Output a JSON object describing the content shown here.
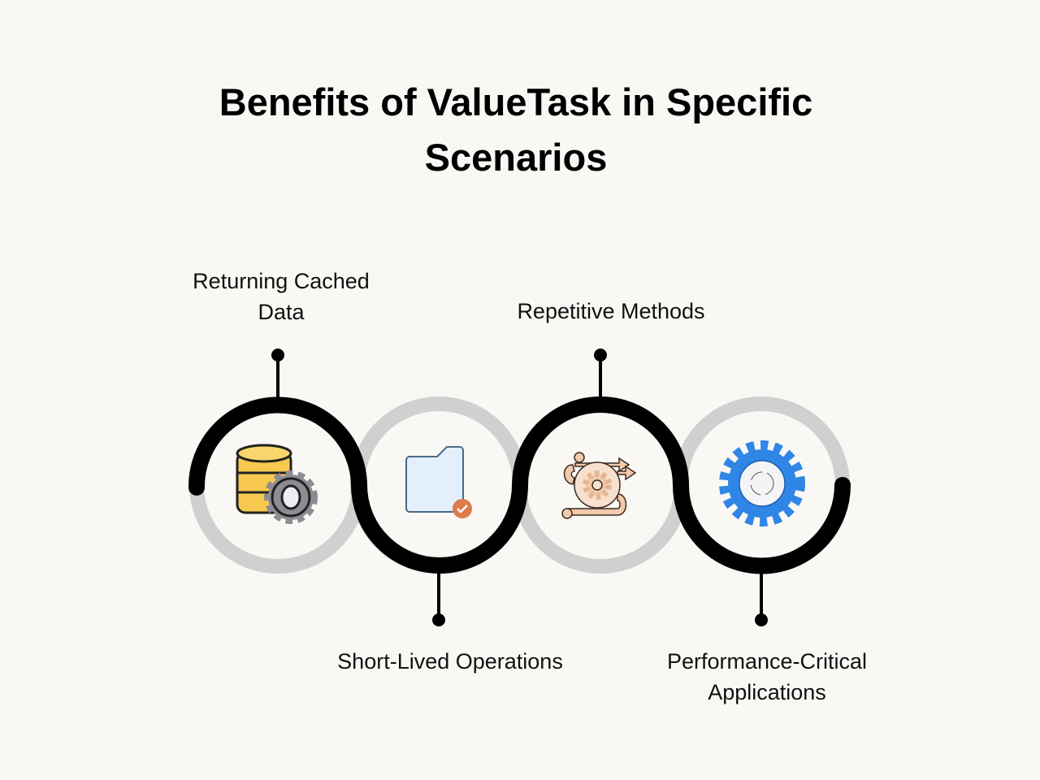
{
  "title": {
    "line1": "Benefits of ValueTask in Specific",
    "line2": "Scenarios"
  },
  "steps": [
    {
      "label_line1": "Returning Cached",
      "label_line2": "Data",
      "icon": "database-gear-icon"
    },
    {
      "label_line1": "Short-Lived Operations",
      "icon": "folder-check-icon"
    },
    {
      "label_line1": "Repetitive Methods",
      "icon": "process-gear-arrows-icon"
    },
    {
      "label_line1": "Performance-Critical",
      "label_line2": "Applications",
      "icon": "blue-gear-icon"
    }
  ],
  "colors": {
    "background": "#f9f8f4",
    "ring": "#d0d0d0",
    "path": "#000000",
    "db": "#f6c94e",
    "folder": "#e3f0fb",
    "check": "#e07b4a",
    "process": "#f2c9ab",
    "gear": "#2f86e6"
  }
}
